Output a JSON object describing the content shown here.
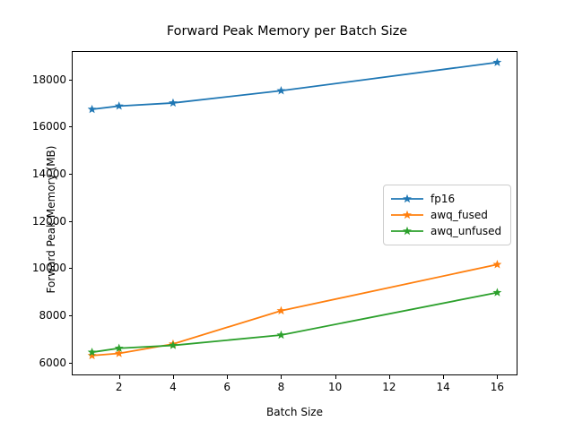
{
  "chart_data": {
    "type": "line",
    "title": "Forward Peak Memory per Batch Size",
    "xlabel": "Batch Size",
    "ylabel": "Forward Peak Memory (MB)",
    "x": [
      1,
      2,
      4,
      8,
      16
    ],
    "xlim": [
      0.25,
      16.75
    ],
    "ylim": [
      5450,
      19200
    ],
    "xticks": [
      2,
      4,
      6,
      8,
      10,
      12,
      14,
      16
    ],
    "xticklabels": [
      "2",
      "4",
      "6",
      "8",
      "10",
      "12",
      "14",
      "16"
    ],
    "yticks": [
      6000,
      8000,
      10000,
      12000,
      14000,
      16000,
      18000
    ],
    "yticklabels": [
      "6000",
      "8000",
      "10000",
      "12000",
      "14000",
      "16000",
      "18000"
    ],
    "grid": false,
    "marker": "star",
    "legend_position": "center right",
    "series": [
      {
        "name": "fp16",
        "color": "#1f77b4",
        "values": [
          16730,
          16870,
          17000,
          17520,
          18720
        ]
      },
      {
        "name": "awq_fused",
        "color": "#ff7f0e",
        "values": [
          6290,
          6380,
          6780,
          8190,
          10150
        ]
      },
      {
        "name": "awq_unfused",
        "color": "#2ca02c",
        "values": [
          6430,
          6600,
          6720,
          7160,
          8960
        ]
      }
    ]
  }
}
